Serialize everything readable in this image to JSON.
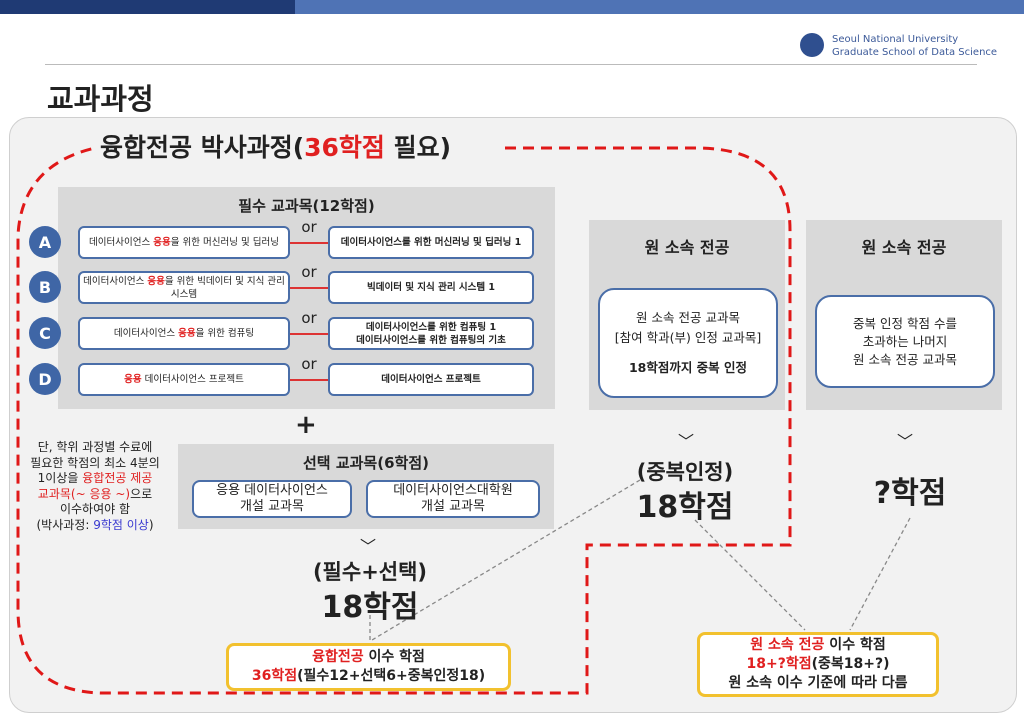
{
  "header": {
    "university": "Seoul National University",
    "school": "Graduate School of Data Science",
    "page_title": "교과과정"
  },
  "main_title": {
    "prefix": "융합전공 박사과정(",
    "credits": "36학점",
    "suffix": " 필요)"
  },
  "required": {
    "heading": "필수 교과목(12학점)",
    "or_label": "or",
    "rows": [
      {
        "letter": "A",
        "left_pre": "데이터사이언스 ",
        "left_red": "응용",
        "left_post": "을 위한 머신러닝 및 딥러닝",
        "right": "데이터사이언스를 위한 머신러닝 및 딥러닝 1"
      },
      {
        "letter": "B",
        "left_pre": "데이터사이언스 ",
        "left_red": "응용",
        "left_post": "을 위한 빅데이터 및 지식 관리 시스템",
        "right": "빅데이터 및 지식 관리 시스템 1"
      },
      {
        "letter": "C",
        "left_pre": "데이터사이언스 ",
        "left_red": "응용",
        "left_post": "을 위한 컴퓨팅",
        "right": "데이터사이언스를 위한 컴퓨팅 1",
        "right2": "데이터사이언스를 위한 컴퓨팅의 기초"
      },
      {
        "letter": "D",
        "left_pre": "",
        "left_red": "응용",
        "left_post": " 데이터사이언스 프로젝트",
        "right": "데이터사이언스 프로젝트"
      }
    ]
  },
  "plus": "+",
  "elective": {
    "heading": "선택 교과목(6학점)",
    "items": [
      {
        "l1": "응용 데이터사이언스",
        "l2": "개설 교과목"
      },
      {
        "l1": "데이터사이언스대학원",
        "l2": "개설 교과목"
      }
    ]
  },
  "note": {
    "l1": "단, 학위 과정별 수료에",
    "l2": "필요한 학점의 최소 4분의",
    "l3a": "1이상을 ",
    "l3b": "융합전공 제공",
    "l4a": "교과목(~ 응용 ~)",
    "l4b": "으로",
    "l5": "이수하여야 함",
    "l6a": "(박사과정: ",
    "l6b": "9학점 이상",
    "l6c": ")"
  },
  "sum1": {
    "label": "(필수+선택)",
    "credits": "18학점"
  },
  "result1": {
    "red1": "융합전공",
    "rest1": " 이수 학점",
    "red2": "36학점",
    "rest2": "(필수12+선택6+중복인정18)"
  },
  "orig1": {
    "heading": "원 소속 전공",
    "l1": "원 소속 전공 교과목",
    "l2": "[참여 학과(부) 인정 교과목]",
    "l3": "18학점까지 중복 인정"
  },
  "orig2": {
    "heading": "원 소속 전공",
    "l1": "중복 인정 학점 수를",
    "l2": "초과하는 나머지",
    "l3": "원 소속 전공 교과목"
  },
  "sum2": {
    "label": "(중복인정)",
    "credits": "18학점"
  },
  "sum3": {
    "credits": "?학점"
  },
  "chevron": "﹀",
  "result2": {
    "red1": "원 소속 전공",
    "rest1": " 이수 학점",
    "red2": "18+?학점",
    "rest2": "(중복18+?)",
    "l3": "원 소속 이수 기준에 따라 다름"
  }
}
